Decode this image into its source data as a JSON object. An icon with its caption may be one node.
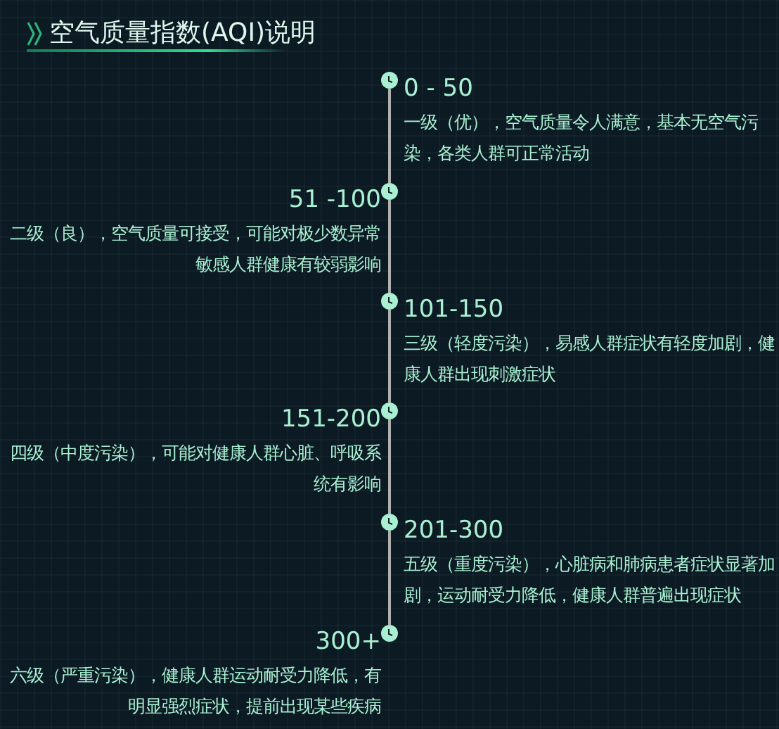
{
  "diagram": {
    "title": "空气质量指数(AQI)说明",
    "nodes": [
      {
        "text": [],
        "shape": "circle",
        "beside": [
          "0 - 50",
          "一级（优），空气质量令人满意，基本无空气污染，各类人群可正常活动"
        ]
      },
      {
        "text": [],
        "shape": "circle",
        "beside": [
          "51 -100",
          "二级（良），空气质量可接受，可能对极少数异常敏感人群健康有较弱影响"
        ]
      },
      {
        "text": [],
        "shape": "circle",
        "beside": [
          "101-150",
          "三级（轻度污染），易感人群症状有轻度加剧，健康人群出现刺激症状"
        ]
      },
      {
        "text": [],
        "shape": "circle",
        "beside": [
          "151-200",
          "四级（中度污染），可能对健康人群心脏、呼吸系统有影响"
        ]
      },
      {
        "text": [],
        "shape": "circle",
        "beside": [
          "201-300",
          "五级（重度污染），心脏病和肺病患者症状显著加剧，运动耐受力降低，健康人群普遍出现症状"
        ]
      },
      {
        "text": [],
        "shape": "circle",
        "beside": [
          "300+",
          "六级（严重污染），健康人群运动耐受力降低，有明显强烈症状，提前出现某些疾病"
        ]
      }
    ],
    "edges": [
      {
        "from": 0,
        "to": 1,
        "arrow": "none"
      },
      {
        "from": 1,
        "to": 2,
        "arrow": "none"
      },
      {
        "from": 2,
        "to": 3,
        "arrow": "none"
      },
      {
        "from": 3,
        "to": 4,
        "arrow": "none"
      },
      {
        "from": 4,
        "to": 5,
        "arrow": "none"
      }
    ]
  }
}
